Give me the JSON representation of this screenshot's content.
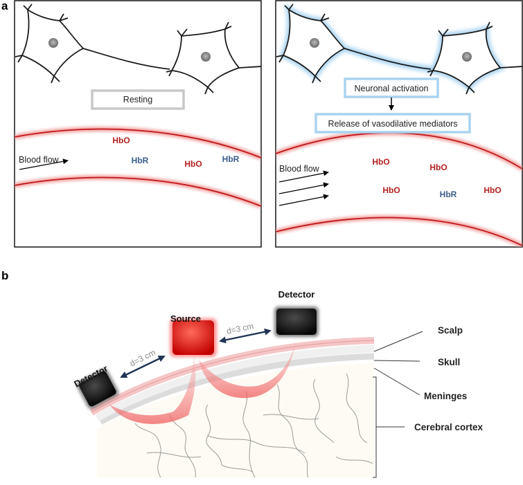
{
  "panel_a": {
    "label": "a",
    "left": {
      "state_label": "Resting",
      "flow_label": "Blood flow",
      "molecules": [
        "HbO",
        "HbR",
        "HbO",
        "HbR"
      ]
    },
    "right": {
      "activation_label": "Neuronal activation",
      "mediator_label": "Release of vasodilative mediators",
      "flow_label": "Blood flow",
      "molecules": [
        "HbO",
        "HbO",
        "HbO",
        "HbR",
        "HbO"
      ]
    }
  },
  "panel_b": {
    "label": "b",
    "source_label": "Source",
    "detector_left_label": "Detector",
    "detector_right_label": "Detector",
    "distance_left": "d=3 cm",
    "distance_right": "d=3 cm",
    "layers": [
      "Scalp",
      "Skull",
      "Meninges",
      "Cerebral cortex"
    ]
  },
  "colors": {
    "vessel_wall": "#c01818",
    "hbo": "#b41f1f",
    "hbr": "#3a5d8a",
    "activation_glow": "#a9d3f0",
    "source": "#dd1111",
    "detector": "#111111",
    "light_path": "#f07070"
  }
}
